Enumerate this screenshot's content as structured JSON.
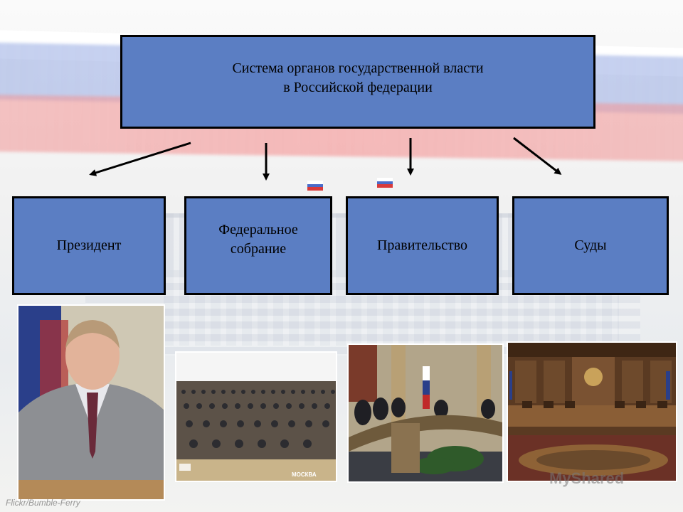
{
  "root": {
    "line1": "Система органов государственной власти",
    "line2": "в Российской федерации"
  },
  "branches": [
    {
      "label": "Президент"
    },
    {
      "label": "Федеральное собрание"
    },
    {
      "label": "Правительство"
    },
    {
      "label": "Суды"
    }
  ],
  "photos": {
    "duma_caption": "МОСКВА"
  },
  "watermark": "MyShared",
  "signature": "Flickr/Bumble-Ferry",
  "colors": {
    "box_fill": "#5b7ec3",
    "box_border": "#000000"
  }
}
